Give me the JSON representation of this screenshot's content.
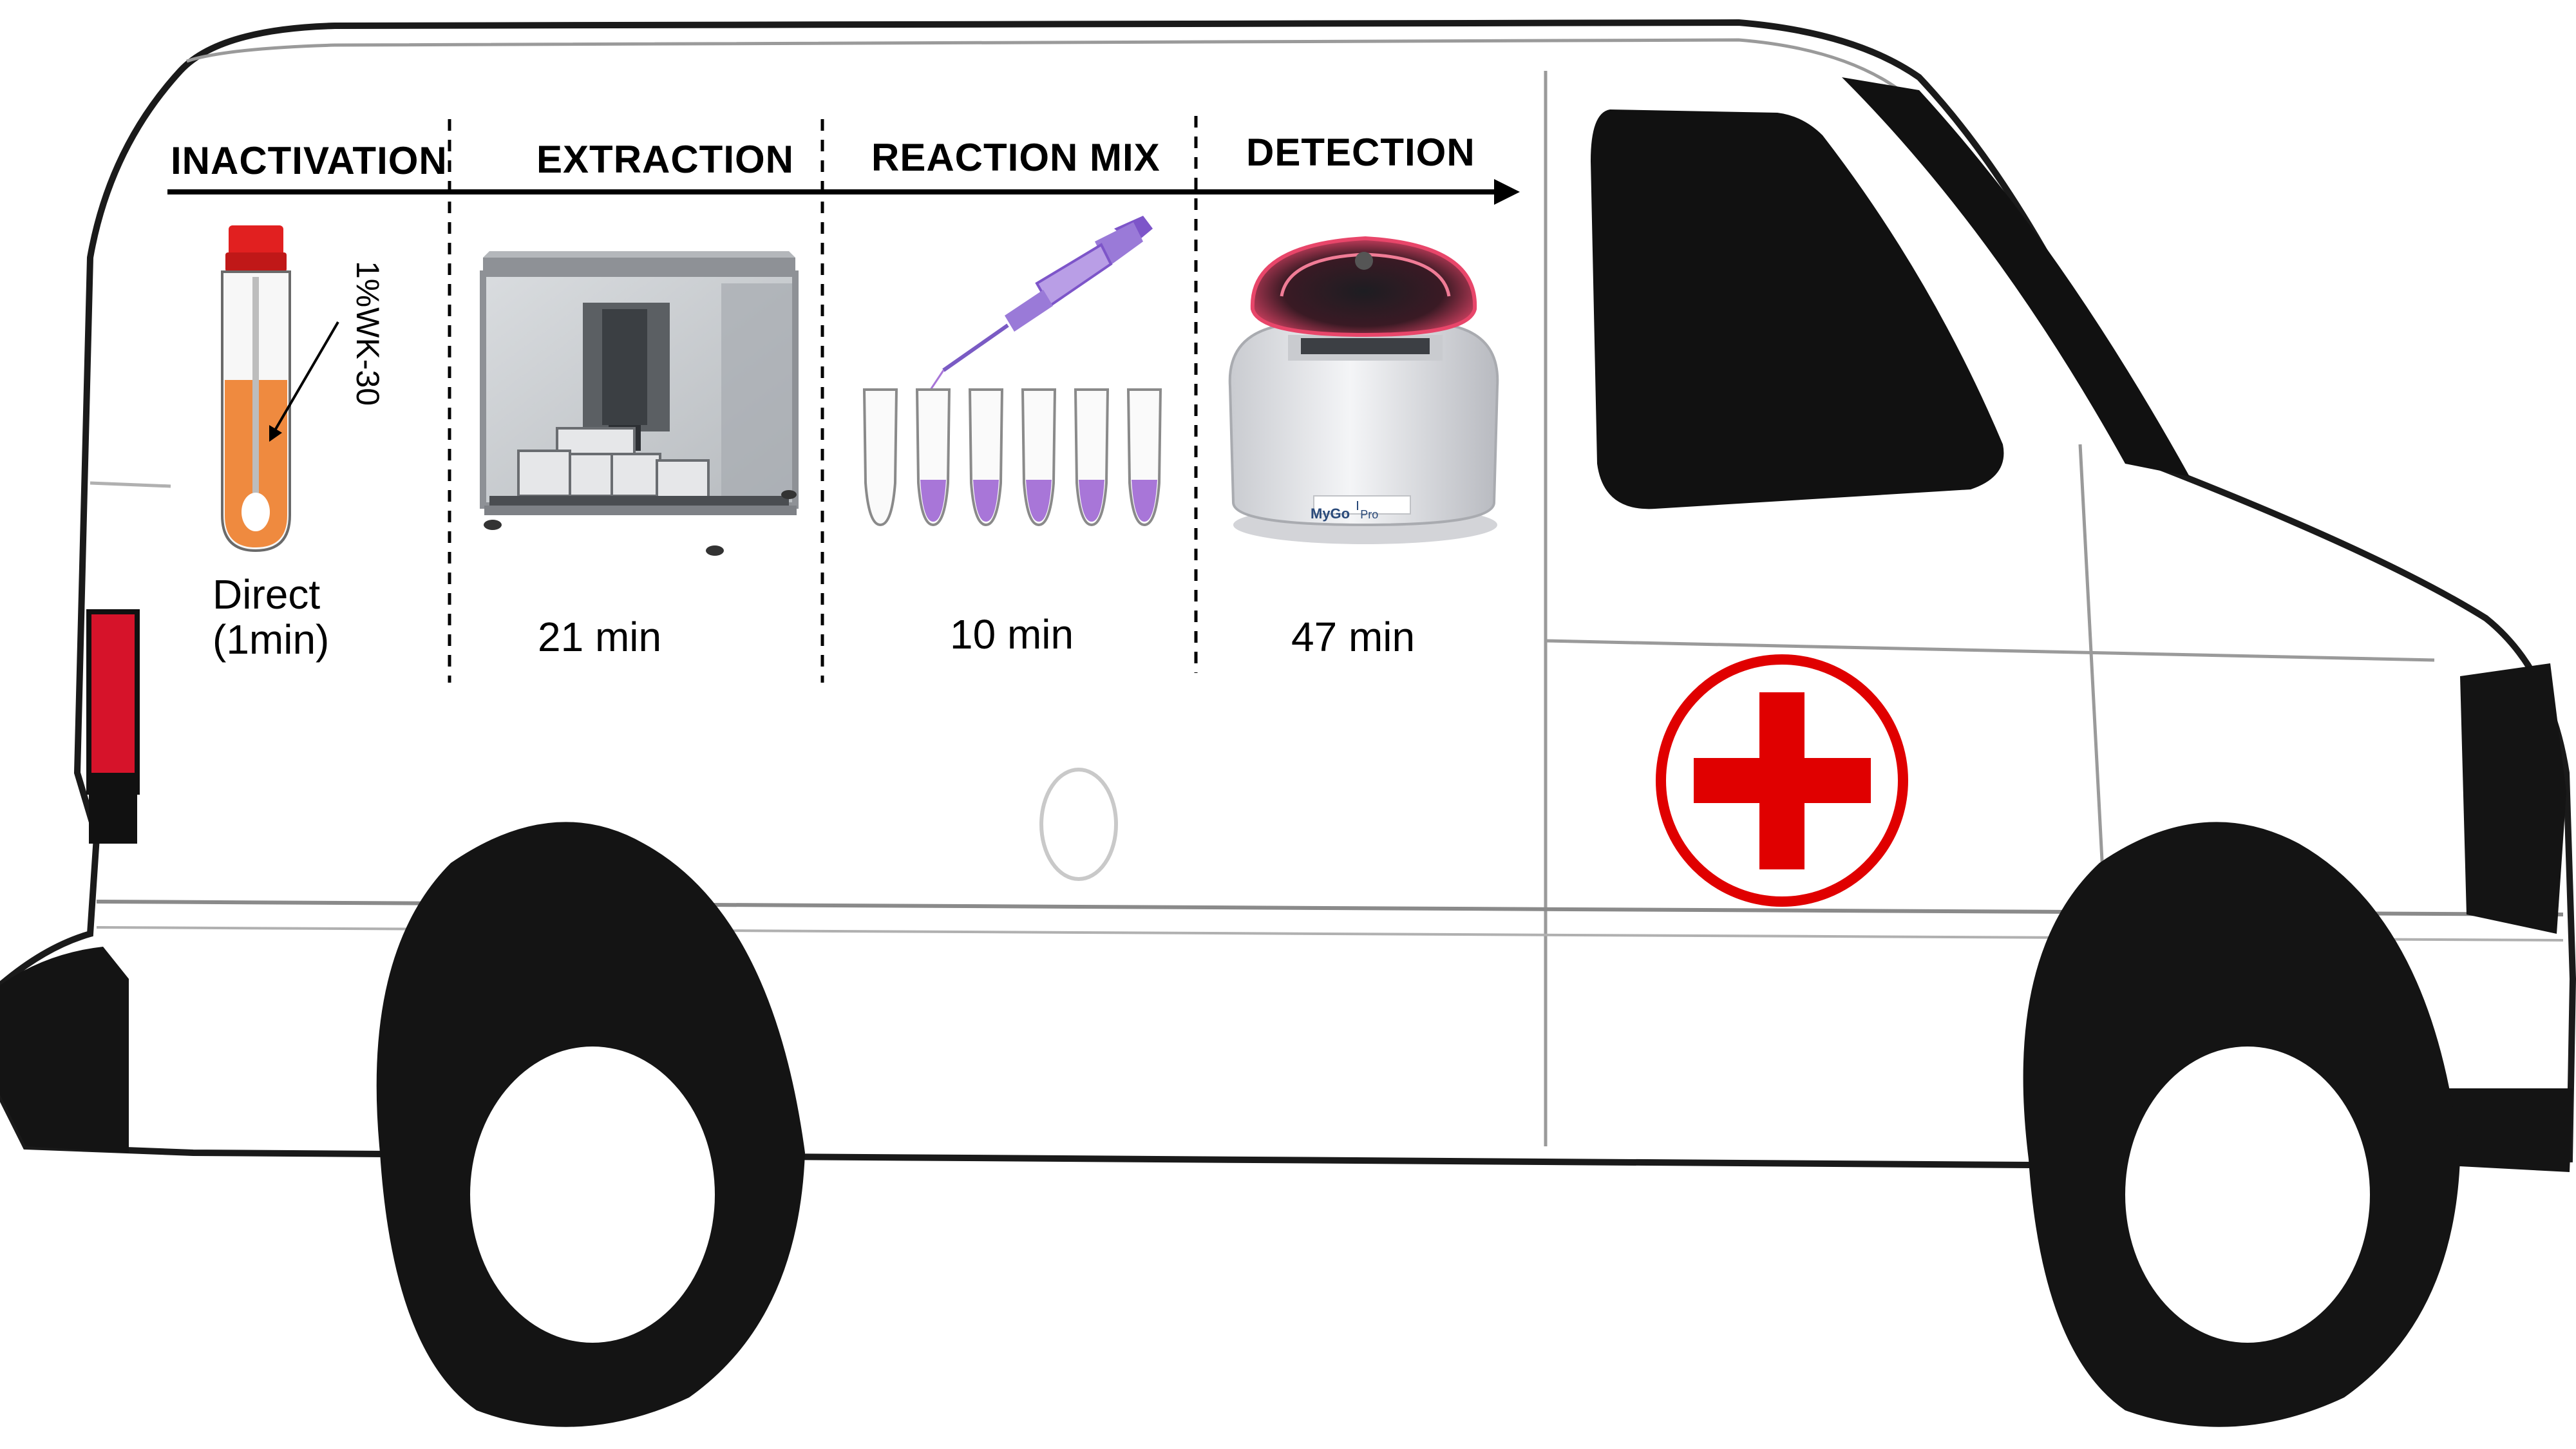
{
  "workflow": {
    "stages": [
      {
        "title": "INACTIVATION",
        "time": "Direct\n(1min)"
      },
      {
        "title": "EXTRACTION",
        "time": "21 min"
      },
      {
        "title": "REACTION MIX",
        "time": "10 min"
      },
      {
        "title": "DETECTION",
        "time": "47 min"
      }
    ],
    "reagent_label": "1%WK-30",
    "instrument_brand": "MyGo",
    "instrument_model": "Pro"
  },
  "colors": {
    "van_body": "#ffffff",
    "van_outline": "#1a1a1a",
    "tire": "#141414",
    "cross": "#e00000",
    "tube_fluid": "#ef8a3f",
    "tube_cap": "#e12020",
    "reaction_fluid": "#a876d8",
    "lid_glow": "#e8466a"
  }
}
